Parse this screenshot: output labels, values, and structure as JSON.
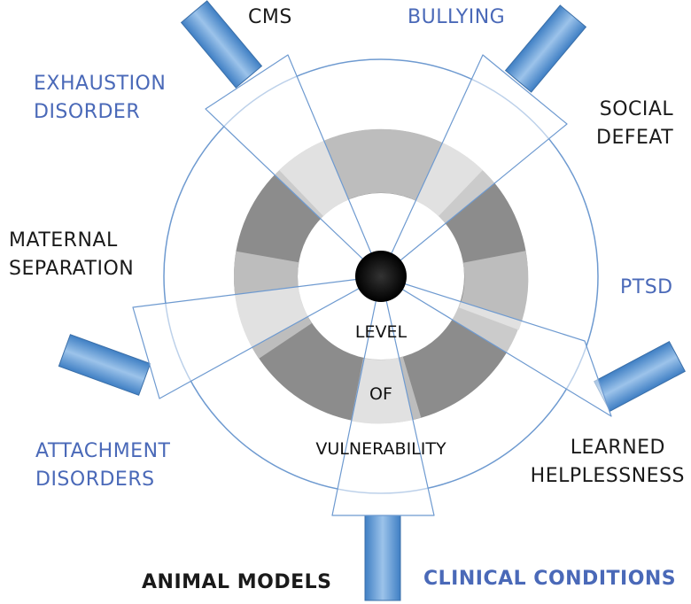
{
  "center": {
    "words": [
      "LEVEL",
      "OF",
      "VULNERABILITY"
    ]
  },
  "labels": {
    "cms": "CMS",
    "bullying": "BULLYING",
    "exhaustion_line1": "EXHAUSTION",
    "exhaustion_line2": "DISORDER",
    "social_line1": "SOCIAL",
    "social_line2": "DEFEAT",
    "maternal_line1": "MATERNAL",
    "maternal_line2": "SEPARATION",
    "ptsd": "PTSD",
    "attachment_line1": "ATTACHMENT",
    "attachment_line2": "DISORDERS",
    "learned_line1": "LEARNED",
    "learned_line2": "HELPLESSNESS"
  },
  "legend": {
    "animal_models": "ANIMAL MODELS",
    "clinical_conditions": "CLINICAL CONDITIONS"
  },
  "colors": {
    "animal_model_text": "#1a1a1a",
    "clinical_text": "#4a69b8",
    "ring_dark": "#8c8c8c",
    "ring_light": "#bdbdbd",
    "outline": "#6e9ad0",
    "bar": "#5b9bd5"
  }
}
